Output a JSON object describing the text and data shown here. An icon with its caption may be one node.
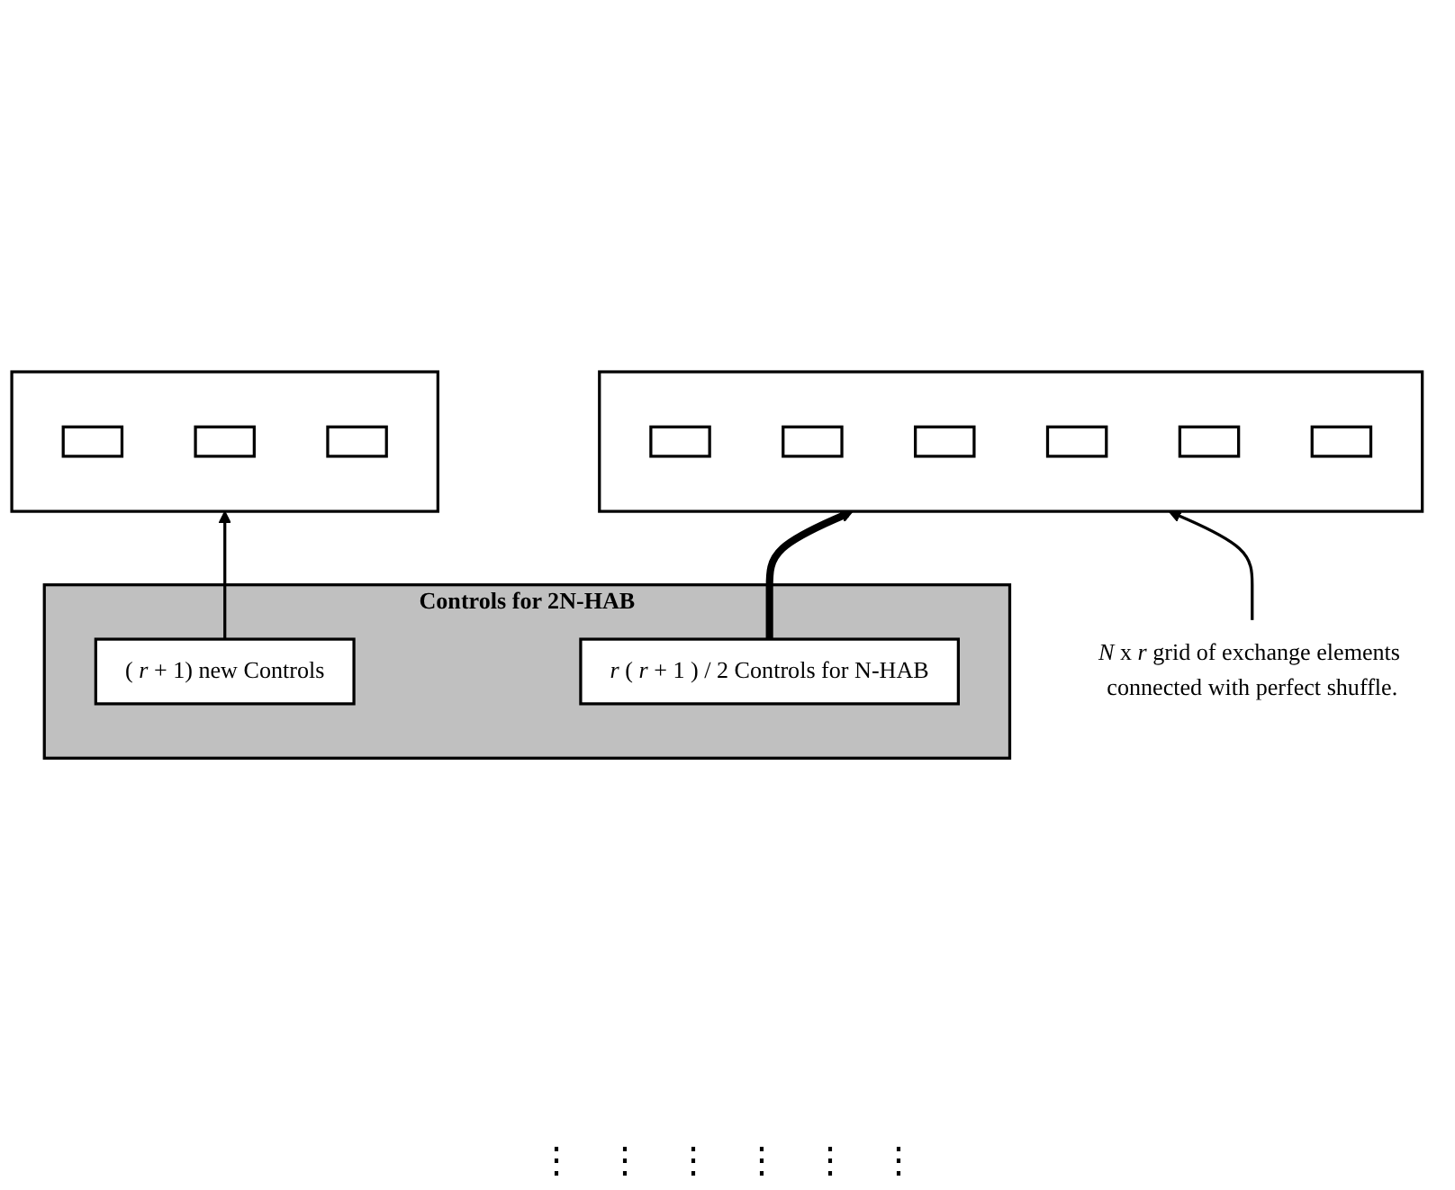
{
  "diagram": {
    "nodes": [
      {
        "text": [],
        "shape": "box"
      },
      {
        "text": [],
        "shape": "box",
        "in": 0
      },
      {
        "text": [],
        "shape": "box",
        "in": 0
      },
      {
        "text": [],
        "shape": "box",
        "in": 0
      },
      {
        "text": [],
        "shape": "box"
      },
      {
        "text": [],
        "shape": "box",
        "in": 4
      },
      {
        "text": [],
        "shape": "box",
        "in": 4
      },
      {
        "text": [],
        "shape": "box",
        "in": 4
      },
      {
        "text": [],
        "shape": "box",
        "in": 4
      },
      {
        "text": [],
        "shape": "box",
        "in": 4
      },
      {
        "text": [],
        "shape": "box",
        "in": 4
      },
      {
        "text": [
          "*N* x *r* grid of exchange elements connected with perfect shuffle."
        ]
      },
      {
        "text": [
          "Controls for 2N-HAB"
        ]
      },
      {
        "text": [
          "( *r* + 1) new Controls"
        ],
        "in": 12
      },
      {
        "text": [
          "*r* ( *r* + 1 ) / 2 Controls for N-HAB"
        ],
        "in": 12
      }
    ],
    "edges": [
      {
        "from": 13,
        "to": 0,
        "arrow": "to"
      },
      {
        "from": 14,
        "to": 4,
        "arrow": "to",
        "style": "thick"
      },
      {
        "from": 11,
        "to": 4,
        "arrow": "to"
      }
    ],
    "labels": [
      "⋮",
      "⋮",
      "⋮",
      "⋮",
      "⋮",
      "⋮"
    ]
  }
}
